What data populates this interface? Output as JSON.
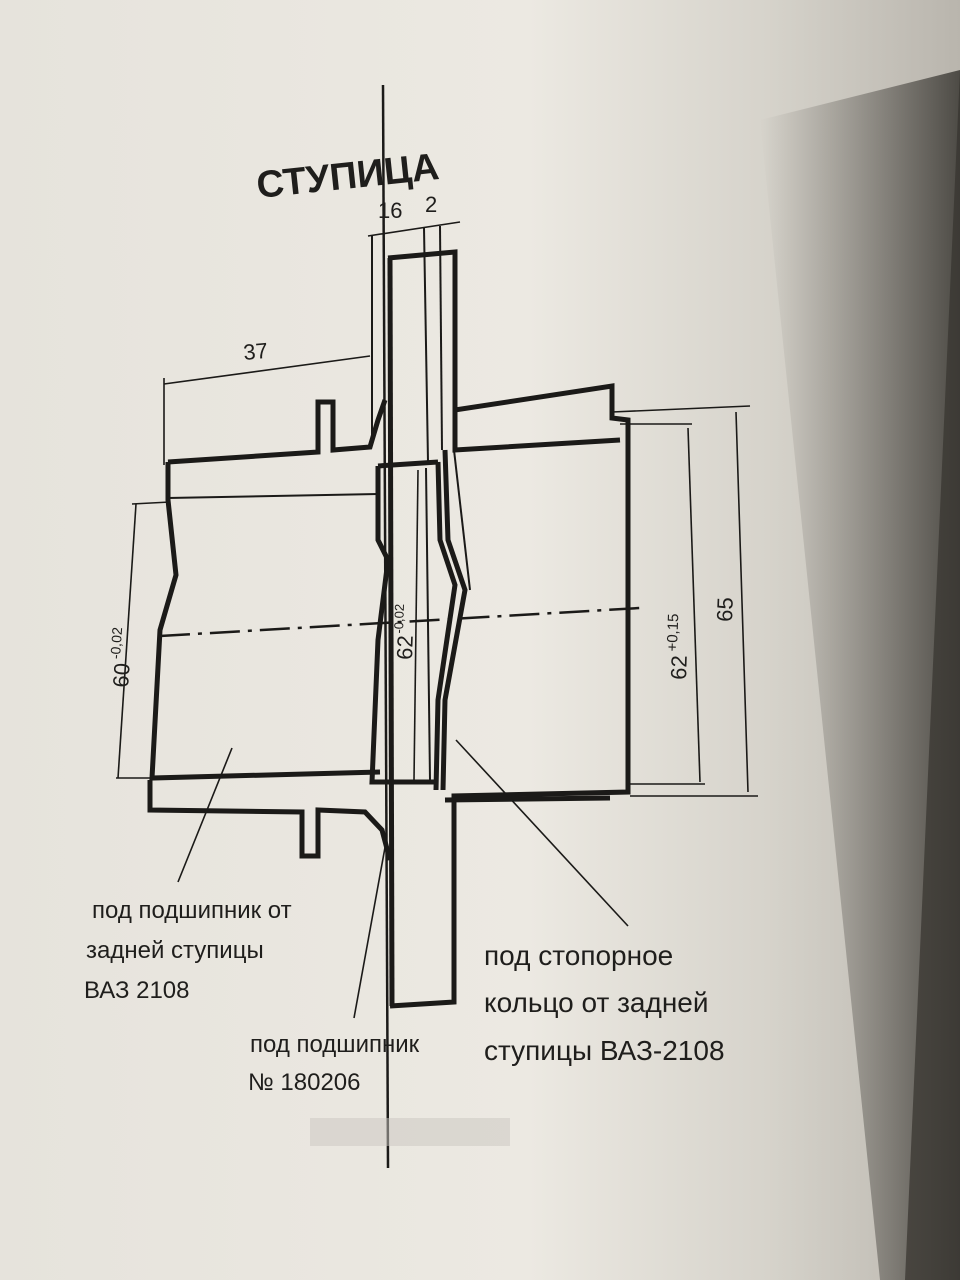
{
  "drawing": {
    "title": "СТУПИЦА",
    "dimensions": {
      "d_16": "16",
      "d_2": "2",
      "d_37": "37",
      "d_60": "60",
      "d_60_tol": "-0,02",
      "d_62_center": "62",
      "d_62_center_tol": "-0,02",
      "d_62": "62",
      "d_62_tol": "+0,15",
      "d_65": "65"
    },
    "notes": {
      "bearing_rear_line1": "под подшипник от",
      "bearing_rear_line2": "задней ступицы",
      "bearing_rear_line3": "ВАЗ 2108",
      "bearing_no_line1": "под подшипник",
      "bearing_no_line2": "№ 180206",
      "ring_line1": "под стопорное",
      "ring_line2": "кольцо от задней",
      "ring_line3": "ступицы ВАЗ-2108"
    }
  },
  "colors": {
    "paper": "#eceae4",
    "ink": "#1b1a18",
    "background": "#3a3833"
  }
}
